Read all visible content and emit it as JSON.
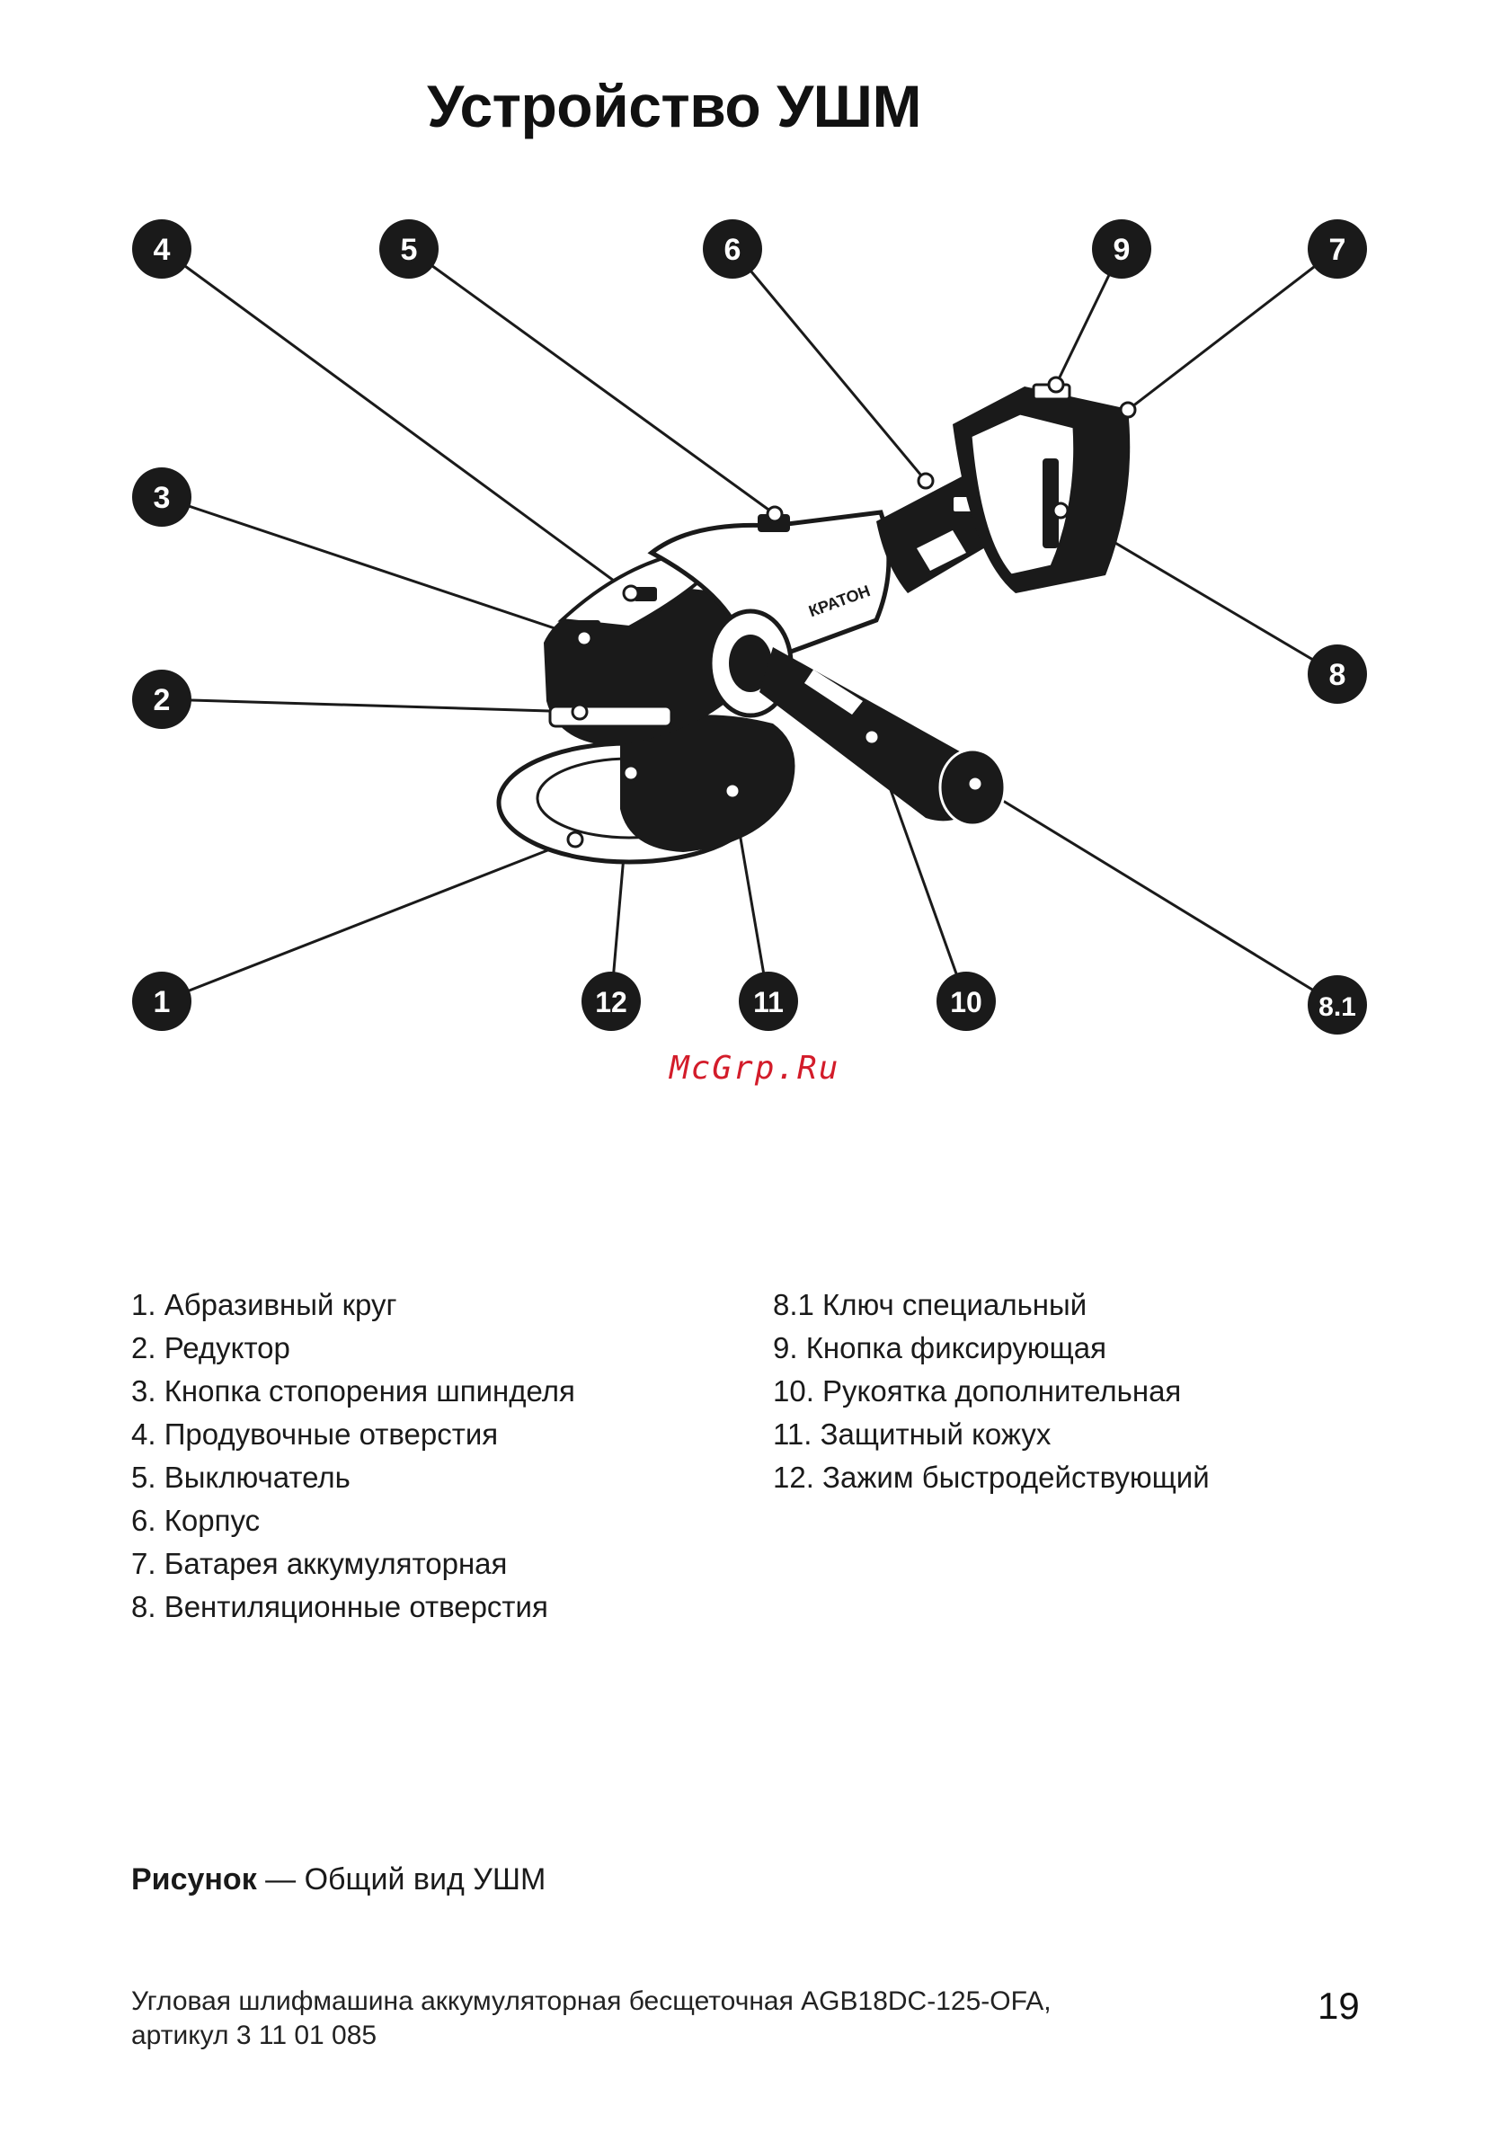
{
  "title": "Устройство УШМ",
  "callouts": [
    "4",
    "5",
    "6",
    "9",
    "7",
    "3",
    "8",
    "2",
    "1",
    "12",
    "11",
    "10",
    "8.1"
  ],
  "brand": "КРАТОН",
  "watermark": "McGrp.Ru",
  "legend_left": [
    "1. Абразивный круг",
    "2. Редуктор",
    "3. Кнопка стопорения шпинделя",
    "4. Продувочные отверстия",
    "5. Выключатель",
    "6. Корпус",
    "7. Батарея аккумуляторная",
    "8. Вентиляционные отверстия"
  ],
  "legend_right": [
    "8.1 Ключ специальный",
    "9. Кнопка фиксирующая",
    "10. Рукоятка дополнительная",
    "11. Защитный кожух",
    "12. Зажим быстродействующий"
  ],
  "caption": {
    "bold": "Рисунок",
    "rest": " — Общий вид УШМ"
  },
  "footer": {
    "line1": "Угловая шлифмашина аккумуляторная бесщеточная AGB18DC-125-OFA,",
    "line2": "артикул 3 11 01 085"
  },
  "page_number": "19",
  "colors": {
    "ink": "#1a1a1a",
    "watermark": "#d31c2a"
  }
}
